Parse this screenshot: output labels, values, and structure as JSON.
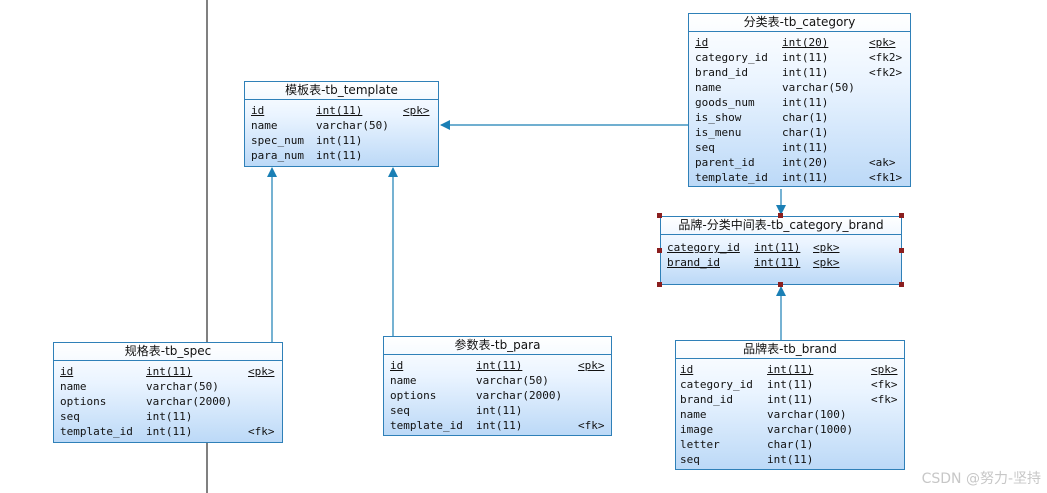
{
  "tables": {
    "category": {
      "title": "分类表-tb_category",
      "rows": [
        {
          "name": "id",
          "type": "int(20)",
          "key": "<pk>",
          "underline": true
        },
        {
          "name": "category_id",
          "type": "int(11)",
          "key": "<fk2>"
        },
        {
          "name": "brand_id",
          "type": "int(11)",
          "key": "<fk2>"
        },
        {
          "name": "name",
          "type": "varchar(50)",
          "key": ""
        },
        {
          "name": "goods_num",
          "type": "int(11)",
          "key": ""
        },
        {
          "name": "is_show",
          "type": "char(1)",
          "key": ""
        },
        {
          "name": "is_menu",
          "type": "char(1)",
          "key": ""
        },
        {
          "name": "seq",
          "type": "int(11)",
          "key": ""
        },
        {
          "name": "parent_id",
          "type": "int(20)",
          "key": "<ak>"
        },
        {
          "name": "template_id",
          "type": "int(11)",
          "key": "<fk1>"
        }
      ]
    },
    "template": {
      "title": "模板表-tb_template",
      "rows": [
        {
          "name": "id",
          "type": "int(11)",
          "key": "<pk>",
          "underline": true
        },
        {
          "name": "name",
          "type": "varchar(50)",
          "key": ""
        },
        {
          "name": "spec_num",
          "type": "int(11)",
          "key": ""
        },
        {
          "name": "para_num",
          "type": "int(11)",
          "key": ""
        }
      ]
    },
    "category_brand": {
      "title": "品牌-分类中间表-tb_category_brand",
      "rows": [
        {
          "name": "category_id",
          "type": "int(11)",
          "key": "<pk>",
          "underline": true
        },
        {
          "name": "brand_id",
          "type": "int(11)",
          "key": "<pk>",
          "underline": true
        }
      ]
    },
    "spec": {
      "title": "规格表-tb_spec",
      "rows": [
        {
          "name": "id",
          "type": "int(11)",
          "key": "<pk>",
          "underline": true
        },
        {
          "name": "name",
          "type": "varchar(50)",
          "key": ""
        },
        {
          "name": "options",
          "type": "varchar(2000)",
          "key": ""
        },
        {
          "name": "seq",
          "type": "int(11)",
          "key": ""
        },
        {
          "name": "template_id",
          "type": "int(11)",
          "key": "<fk>"
        }
      ]
    },
    "para": {
      "title": "参数表-tb_para",
      "rows": [
        {
          "name": "id",
          "type": "int(11)",
          "key": "<pk>",
          "underline": true
        },
        {
          "name": "name",
          "type": "varchar(50)",
          "key": ""
        },
        {
          "name": "options",
          "type": "varchar(2000)",
          "key": ""
        },
        {
          "name": "seq",
          "type": "int(11)",
          "key": ""
        },
        {
          "name": "template_id",
          "type": "int(11)",
          "key": "<fk>"
        }
      ]
    },
    "brand": {
      "title": "品牌表-tb_brand",
      "rows": [
        {
          "name": "id",
          "type": "int(11)",
          "key": "<pk>",
          "underline": true
        },
        {
          "name": "category_id",
          "type": "int(11)",
          "key": "<fk>"
        },
        {
          "name": "brand_id",
          "type": "int(11)",
          "key": "<fk>"
        },
        {
          "name": "name",
          "type": "varchar(100)",
          "key": ""
        },
        {
          "name": "image",
          "type": "varchar(1000)",
          "key": ""
        },
        {
          "name": "letter",
          "type": "char(1)",
          "key": ""
        },
        {
          "name": "seq",
          "type": "int(11)",
          "key": ""
        }
      ]
    }
  },
  "relationships": [
    {
      "from": "category",
      "to": "template"
    },
    {
      "from": "category",
      "to": "category_brand"
    },
    {
      "from": "spec",
      "to": "template"
    },
    {
      "from": "para",
      "to": "template"
    },
    {
      "from": "brand",
      "to": "category_brand"
    }
  ],
  "colors": {
    "border": "#2f80b8",
    "line": "#1a7fb5",
    "handle": "#8b1e1e"
  },
  "watermark": "CSDN @努力-坚持"
}
